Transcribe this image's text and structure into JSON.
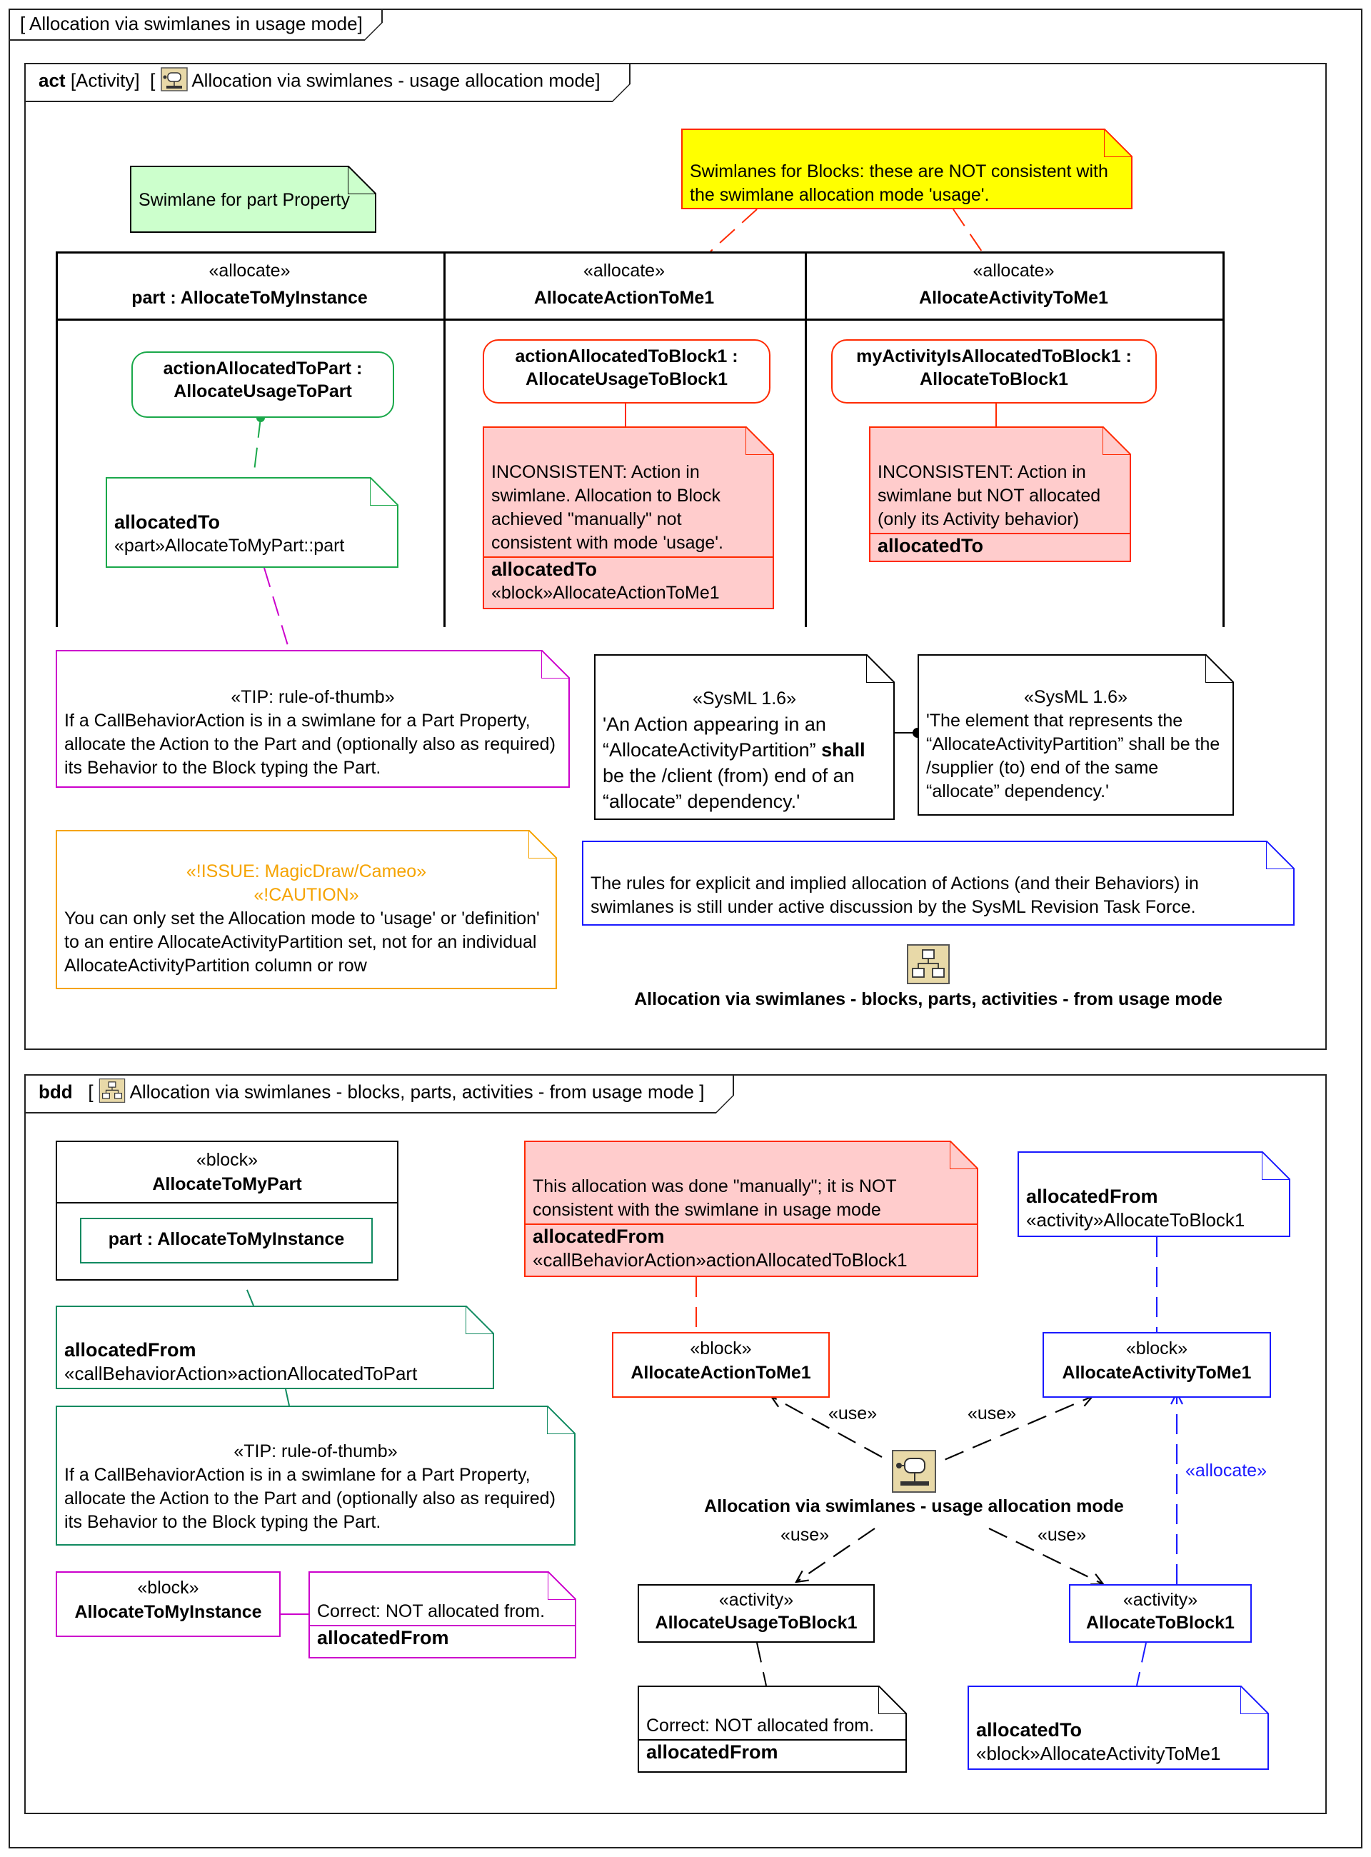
{
  "outer_frame": {
    "title": "[ Allocation via swimlanes in usage mode]"
  },
  "act_frame": {
    "kind": "act",
    "label": "[Activity]",
    "bracket": "[",
    "name": "Allocation via swimlanes - usage allocation mode]",
    "icon": "activity-diagram-icon"
  },
  "notes": {
    "swimlane_part": "Swimlane for part Property",
    "swimlanes_blocks": "Swimlanes for Blocks: these are NOT consistent with the swimlane allocation mode 'usage'.",
    "allocated_to_part": {
      "title": "allocatedTo",
      "value": "«part»AllocateToMyPart::part"
    },
    "inconsistent_1": {
      "text": "INCONSISTENT: Action in swimlane. Allocation to Block achieved \"manually\" not consistent with mode 'usage'.",
      "title": "allocatedTo",
      "value": "«block»AllocateActionToMe1"
    },
    "inconsistent_2": {
      "text": "INCONSISTENT: Action in swimlane but NOT allocated (only its Activity behavior)",
      "title": "allocatedTo"
    },
    "tip_1": {
      "stereotype": "«TIP: rule-of-thumb»",
      "text": "If a CallBehaviorAction is in a swimlane for a Part Property, allocate the Action to the Part and (optionally also as required) its Behavior to the Block typing the Part."
    },
    "sysml_1": {
      "stereotype": "«SysML 1.6»",
      "line1": "'An Action appearing in an “AllocateActivityPartition”",
      "shall": "shall",
      "line2": " be the /client (from) end of an “allocate” dependency.'"
    },
    "sysml_2": {
      "stereotype": "«SysML 1.6»",
      "text": "'The element that represents the “AllocateActivityPartition” shall be the /supplier (to) end of the same “allocate” dependency.'"
    },
    "issue": {
      "stereotype1": "«!ISSUE: MagicDraw/Cameo»",
      "stereotype2": "«!CAUTION»",
      "text": "You can only set the Allocation mode to 'usage' or 'definition' to an entire AllocateActivityPartition set, not for an individual AllocateActivityPartition column or row"
    },
    "rules": "The rules for explicit and implied allocation of Actions (and their Behaviors) in swimlanes is still under active discussion by the SysML Revision Task Force."
  },
  "swimlanes": [
    {
      "stereotype": "«allocate»",
      "name": "part : AllocateToMyInstance"
    },
    {
      "stereotype": "«allocate»",
      "name": "AllocateActionToMe1"
    },
    {
      "stereotype": "«allocate»",
      "name": "AllocateActivityToMe1"
    }
  ],
  "actions": {
    "a1": "actionAllocatedToPart : AllocateUsageToPart",
    "a2": "actionAllocatedToBlock1 : AllocateUsageToBlock1",
    "a3": "myActivityIsAllocatedToBlock1 : AllocateToBlock1"
  },
  "diagram_ref": {
    "label": "Allocation via swimlanes - blocks, parts, activities - from usage mode",
    "icon": "bdd-diagram-icon"
  },
  "bdd_frame": {
    "kind": "bdd",
    "bracket": "[",
    "name": "Allocation via swimlanes - blocks, parts, activities - from usage mode ]",
    "icon": "bdd-diagram-icon"
  },
  "bdd": {
    "block_part": {
      "stereotype": "«block»",
      "name": "AllocateToMyPart",
      "part": "part : AllocateToMyInstance"
    },
    "allocated_from_part": {
      "title": "allocatedFrom",
      "value": "«callBehaviorAction»actionAllocatedToPart"
    },
    "tip_2": {
      "stereotype": "«TIP: rule-of-thumb»",
      "text": "If a CallBehaviorAction is in a swimlane for a Part Property, allocate the Action to the Part and (optionally also as required) its Behavior to the Block typing the Part."
    },
    "block_instance": {
      "stereotype": "«block»",
      "name": "AllocateToMyInstance"
    },
    "correct_1": {
      "text": "Correct: NOT allocated from.",
      "title": "allocatedFrom"
    },
    "manual_note": {
      "text": "This allocation was done \"manually\"; it is NOT consistent with the swimlane in usage mode",
      "title": "allocatedFrom",
      "value": "«callBehaviorAction»actionAllocatedToBlock1"
    },
    "block_action": {
      "stereotype": "«block»",
      "name": "AllocateActionToMe1"
    },
    "allocated_from_activity": {
      "title": "allocatedFrom",
      "value": "«activity»AllocateToBlock1"
    },
    "block_activity": {
      "stereotype": "«block»",
      "name": "AllocateActivityToMe1"
    },
    "activity_diagram_ref": {
      "label": "Allocation via swimlanes - usage allocation mode",
      "icon": "activity-diagram-icon"
    },
    "use_labels": [
      "«use»",
      "«use»",
      "«use»",
      "«use»"
    ],
    "allocate_label": "«allocate»",
    "activity_usage": {
      "stereotype": "«activity»",
      "name": "AllocateUsageToBlock1"
    },
    "activity_to_block": {
      "stereotype": "«activity»",
      "name": "AllocateToBlock1"
    },
    "correct_2": {
      "text": "Correct: NOT allocated from.",
      "title": "allocatedFrom"
    },
    "allocated_to_block": {
      "title": "allocatedTo",
      "value": "«block»AllocateActivityToMe1"
    }
  },
  "colors": {
    "green": "#1aa84a",
    "green_fill": "#ccffcc",
    "red": "#ff2a00",
    "red_fill": "#ffcccc",
    "yellow_fill": "#ffff00",
    "magenta": "#cc00cc",
    "orange": "#f5a300",
    "blue": "#1a1aff",
    "teal": "#108a60"
  }
}
